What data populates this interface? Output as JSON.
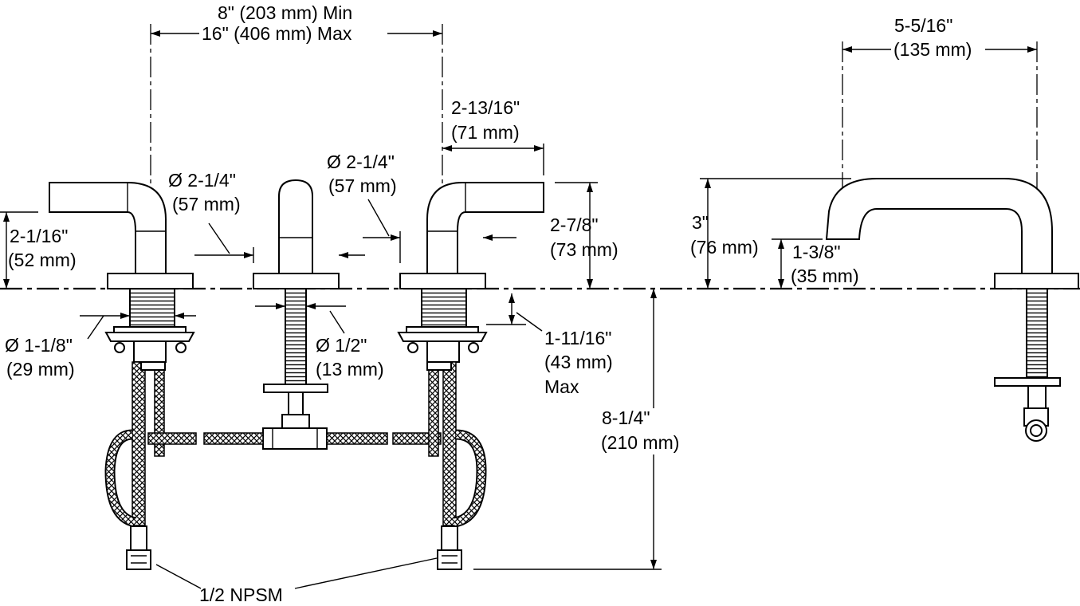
{
  "drawing": {
    "labels": {
      "spread_min": "8\" (203 mm) Min",
      "spread_max": "16\" (406 mm) Max",
      "spout_reach_in": "5-5/16\"",
      "spout_reach_mm": "(135 mm)",
      "handle_reach_in": "2-13/16\"",
      "handle_reach_mm": "(71 mm)",
      "spout_base_dia_in": "Ø 2-1/4\"",
      "spout_base_dia_mm": "(57 mm)",
      "handle_base_dia_in": "Ø 2-1/4\"",
      "handle_base_dia_mm": "(57 mm)",
      "handle_left_height_in": "2-1/16\"",
      "handle_left_height_mm": "(52 mm)",
      "handle_right_height_in": "2-7/8\"",
      "handle_right_height_mm": "(73 mm)",
      "spout_height_in": "3\"",
      "spout_height_mm": "(76 mm)",
      "spout_outlet_in": "1-3/8\"",
      "spout_outlet_mm": "(35 mm)",
      "shank_dia_in": "Ø 1-1/8\"",
      "shank_dia_mm": "(29 mm)",
      "spout_shank_dia_in": "Ø 1/2\"",
      "spout_shank_dia_mm": "(13 mm)",
      "deck_thickness_in": "1-11/16\"",
      "deck_thickness_mm": "(43 mm)",
      "deck_thickness_max": "Max",
      "below_deck_in": "8-1/4\"",
      "below_deck_mm": "(210 mm)",
      "connection": "1/2 NPSM"
    }
  }
}
